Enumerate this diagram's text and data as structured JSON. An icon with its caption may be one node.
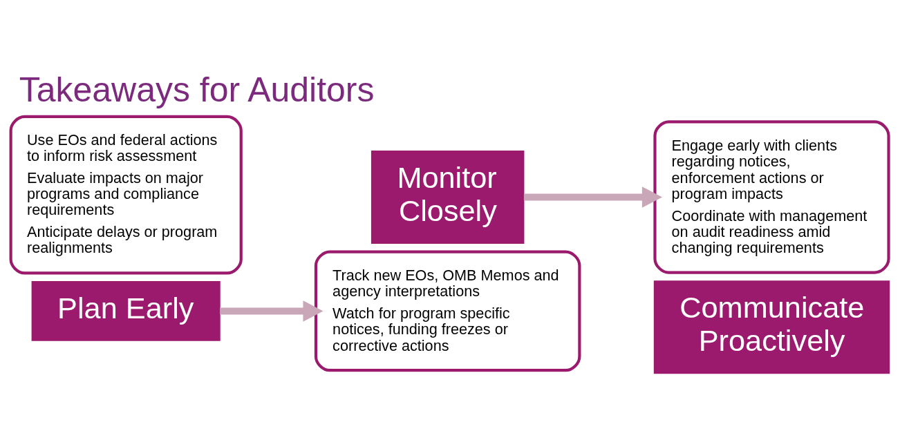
{
  "diagram": {
    "title": "Takeaways for Auditors",
    "nodes": [
      {
        "text": [
          "Use EOs and federal actions to inform risk assessment",
          "Evaluate impacts on major programs and compliance requirements",
          "Anticipate delays or program realignments"
        ]
      },
      {
        "text": [
          "Plan Early"
        ]
      },
      {
        "text": [
          "Monitor Closely"
        ]
      },
      {
        "text": [
          "Track new EOs, OMB Memos and agency interpretations",
          "Watch for program specific notices, funding freezes or corrective actions"
        ]
      },
      {
        "text": [
          "Engage early with clients regarding notices, enforcement actions or program impacts",
          "Coordinate with management on audit readiness amid changing requirements"
        ]
      },
      {
        "text": [
          "Communicate Proactively"
        ]
      }
    ],
    "edges": [
      {
        "from": 1,
        "to": 3,
        "arrow": "to"
      },
      {
        "from": 2,
        "to": 4,
        "arrow": "to"
      }
    ]
  }
}
